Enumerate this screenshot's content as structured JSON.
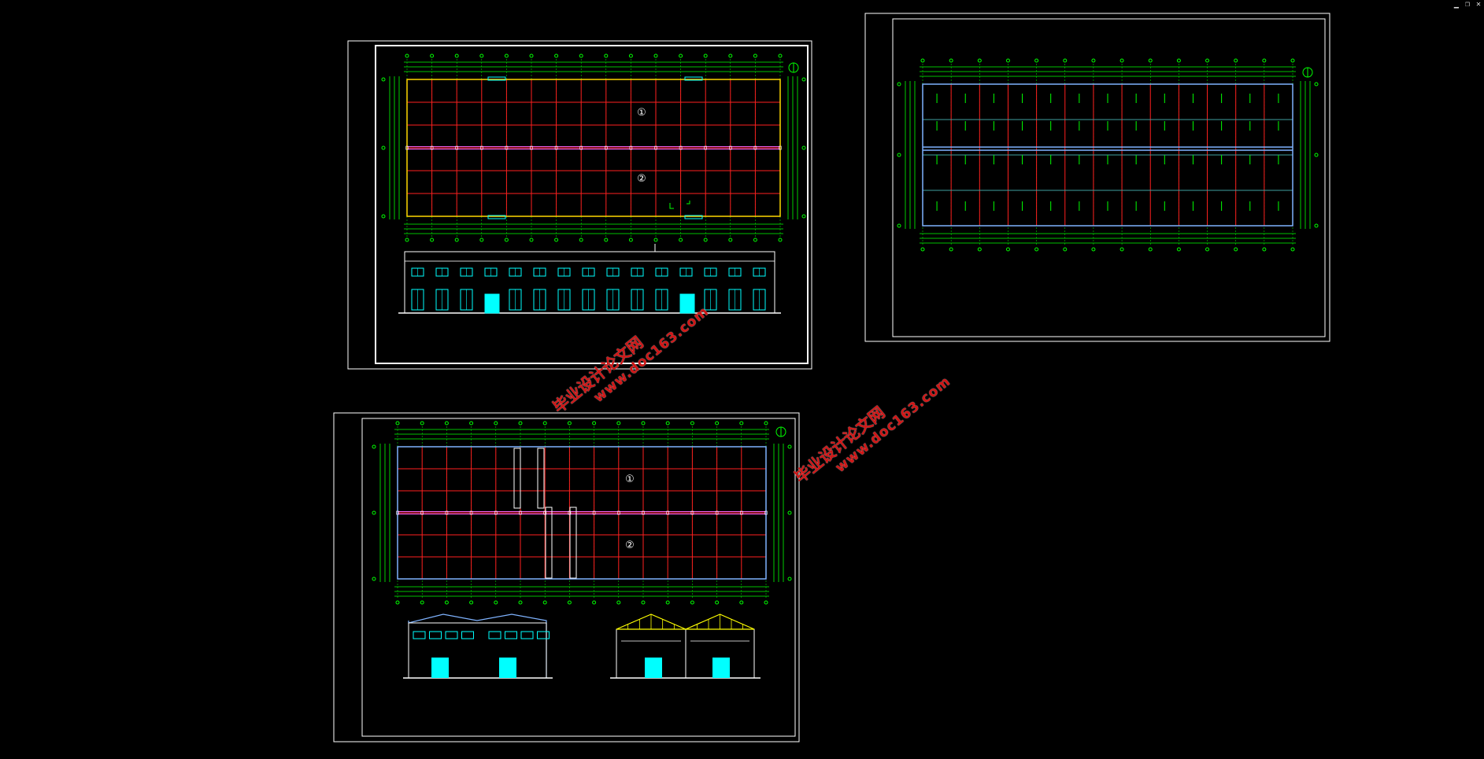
{
  "window": {
    "controls": [
      "minimize",
      "restore",
      "close"
    ]
  },
  "drawing": {
    "sheet1": {
      "bubble_1": "①",
      "bubble_2": "②"
    },
    "sheet3": {
      "bubble_1": "①",
      "bubble_2": "②"
    }
  },
  "watermarks": [
    {
      "text_cn": "毕业设计论文网",
      "url": "www.doc163.com"
    },
    {
      "text_cn": "毕业设计论文网",
      "url": "www.doc163.com"
    }
  ],
  "colors": {
    "background": "#000000",
    "border": "#ffffff",
    "axis": "#00ff00",
    "grid": "#ff1f1f",
    "window": "#00ffff",
    "truss": "#ffff00",
    "watermark": "#d01515"
  }
}
